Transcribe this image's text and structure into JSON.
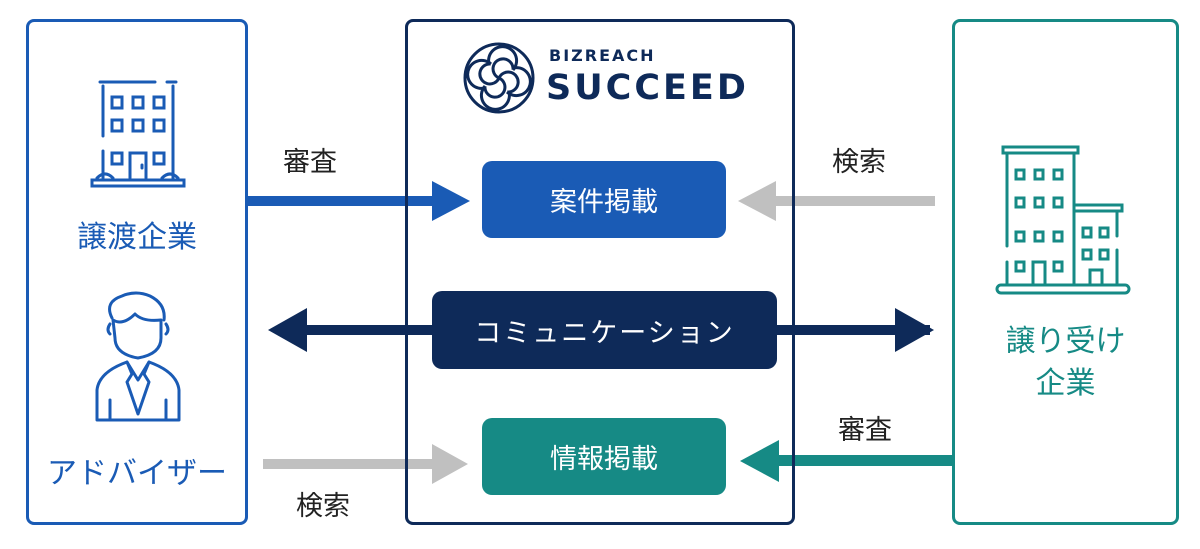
{
  "colors": {
    "blue": "#1a5bb5",
    "navy": "#0e2a59",
    "teal": "#168a85",
    "gray_arrow": "#c0c0c0",
    "label_text": "#222222"
  },
  "logo": {
    "icon": "bizreach-succeed-knot-icon",
    "brand_top": "BIZREACH",
    "brand_main": "SUCCEED"
  },
  "left_panel": {
    "entities": [
      {
        "icon": "office-building-icon",
        "label": "譲渡企業"
      },
      {
        "icon": "advisor-person-icon",
        "label": "アドバイザー"
      }
    ]
  },
  "right_panel": {
    "entity": {
      "icon": "office-buildings-icon",
      "label_line1": "譲り受け",
      "label_line2": "企業"
    }
  },
  "center_boxes": {
    "listing": "案件掲載",
    "communication": "コミュニケーション",
    "info": "情報掲載"
  },
  "edges": [
    {
      "from": "譲渡企業",
      "to": "案件掲載",
      "label": "審査",
      "direction": "right",
      "color": "blue"
    },
    {
      "from": "譲り受け企業",
      "to": "案件掲載",
      "label": "検索",
      "direction": "left",
      "color": "gray"
    },
    {
      "from": "コミュニケーション",
      "to": "both",
      "label": "",
      "direction": "bidirectional",
      "color": "navy"
    },
    {
      "from": "アドバイザー",
      "to": "情報掲載",
      "label": "検索",
      "direction": "right",
      "color": "gray"
    },
    {
      "from": "譲り受け企業",
      "to": "情報掲載",
      "label": "審査",
      "direction": "left",
      "color": "teal"
    }
  ]
}
